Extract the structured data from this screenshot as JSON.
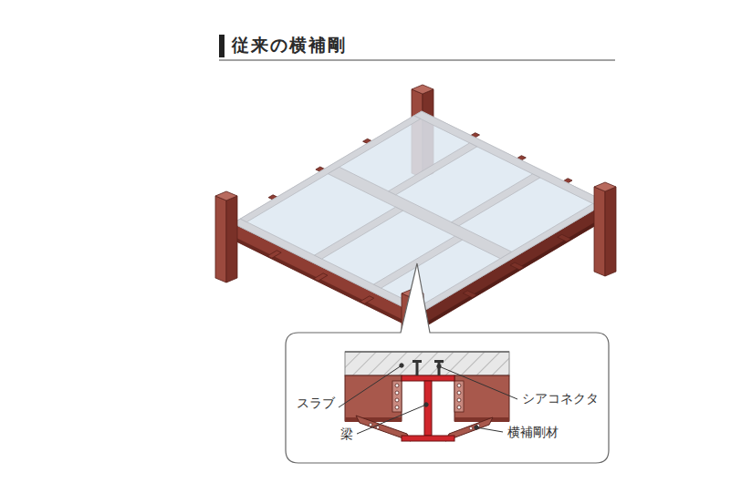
{
  "diagram": {
    "title": "従来の横補剛",
    "labels": [
      "スラブ",
      "梁",
      "シアコネクタ",
      "横補剛材"
    ]
  }
}
